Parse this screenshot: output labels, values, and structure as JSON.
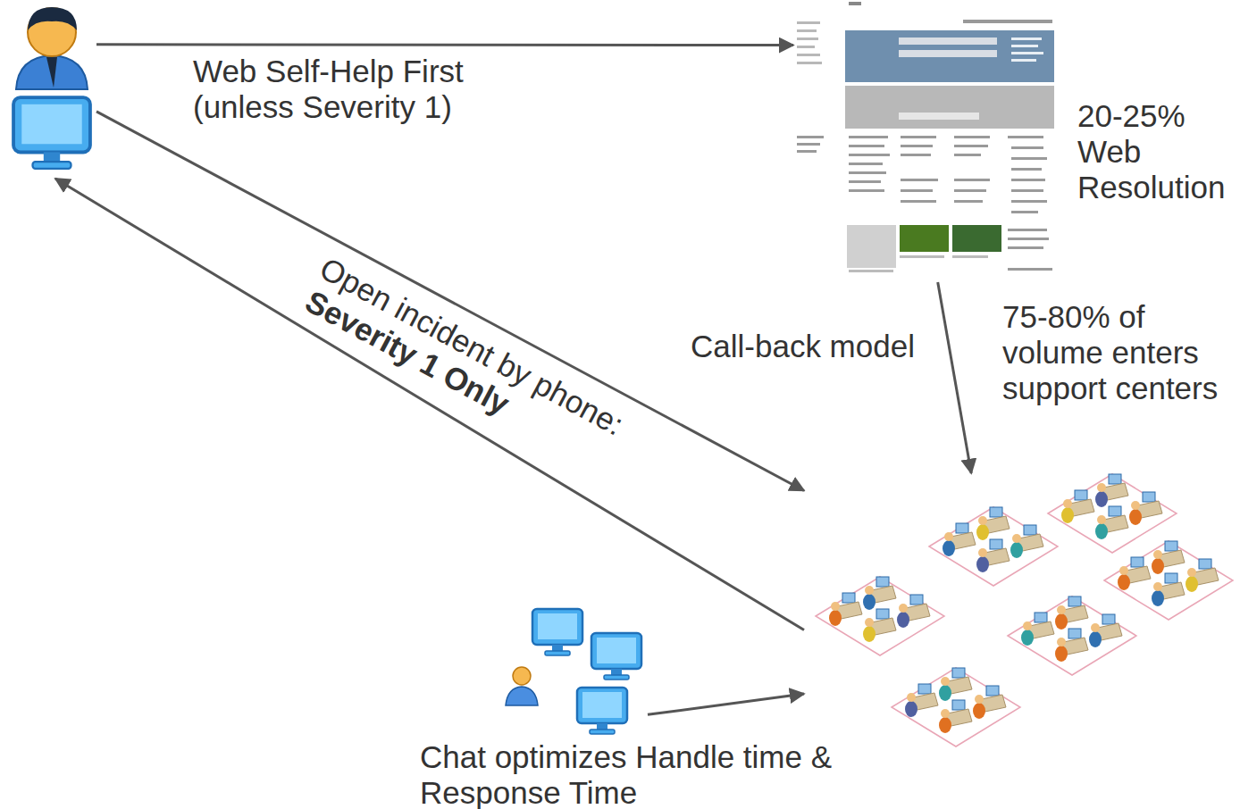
{
  "diagram": {
    "nodes": [
      {
        "text": []
      },
      {
        "text": [
          "20-25% Web Resolution"
        ]
      },
      {
        "text": [
          "75-80% of volume enters support centers"
        ]
      },
      {
        "text": [
          "Chat optimizes Handle time & Response Time"
        ]
      }
    ],
    "edges": [
      {
        "from": 0,
        "to": 1,
        "arrow": "to",
        "label": "Web Self-Help First (unless Severity 1)"
      },
      {
        "from": 0,
        "to": 2,
        "arrow": "to",
        "label": "Open incident by phone:"
      },
      {
        "from": 2,
        "to": 0,
        "arrow": "to"
      },
      {
        "from": 1,
        "to": 2,
        "arrow": "to",
        "label": "Call-back model"
      },
      {
        "from": 3,
        "to": 2,
        "arrow": "to"
      }
    ],
    "labels": [
      "Severity 1 Only"
    ]
  }
}
